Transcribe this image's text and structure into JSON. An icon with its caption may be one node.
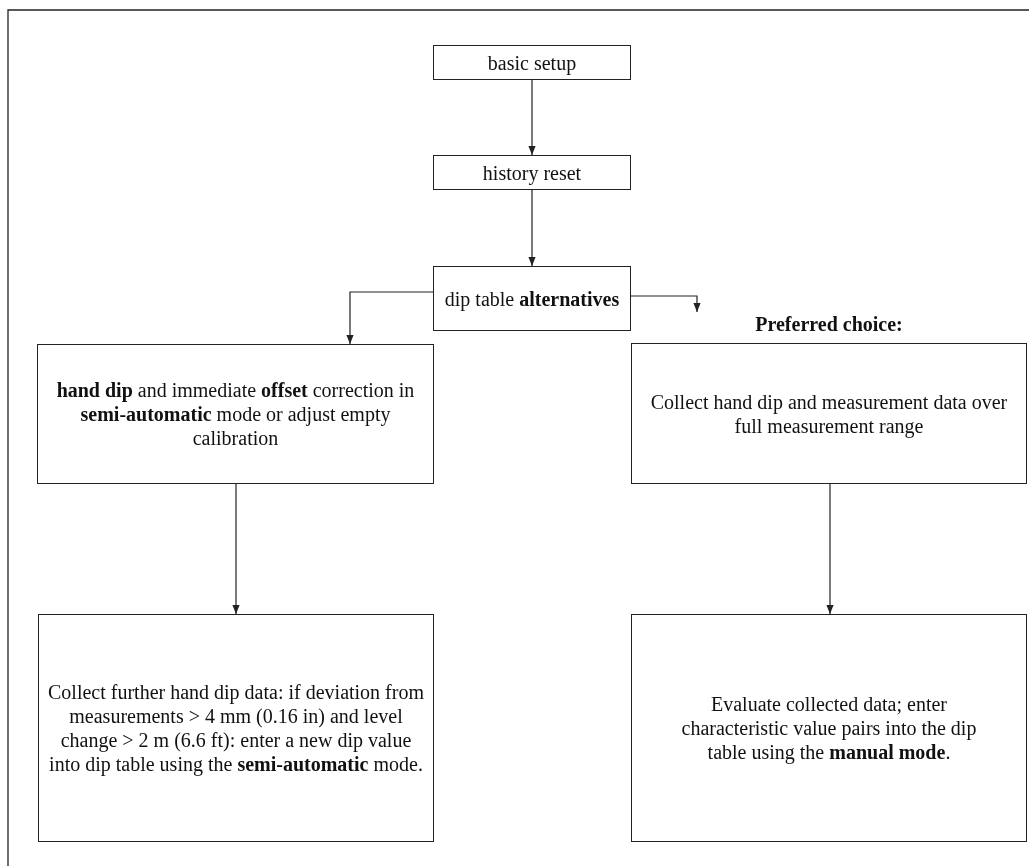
{
  "diagram": {
    "nodes": [
      {
        "text": [
          "basic setup"
        ]
      },
      {
        "text": [
          "history reset"
        ]
      },
      {
        "text": [
          "dip table **alternatives**"
        ]
      },
      {
        "text": [
          "**hand dip** and immediate **offset** correction in **semi-automatic** mode or adjust empty calibration"
        ]
      },
      {
        "text": [
          "Preferred choice:",
          "Collect hand dip and measurement data over full measurement range"
        ]
      },
      {
        "text": [
          "Collect further hand dip data: if deviation from measurements > 4 mm (0.16 in) and level change > 2 m (6.6 ft): enter a new dip value into dip table using the **semi-automatic** mode."
        ]
      },
      {
        "text": [
          "Evaluate collected data; enter characteristic value pairs into the dip table using the **manual mode**."
        ]
      }
    ],
    "edges": [
      {
        "from": 0,
        "to": 1,
        "arrow": "to"
      },
      {
        "from": 1,
        "to": 2,
        "arrow": "to"
      },
      {
        "from": 2,
        "to": 3,
        "arrow": "to"
      },
      {
        "from": 2,
        "to": 4,
        "arrow": "to"
      },
      {
        "from": 3,
        "to": 5,
        "arrow": "to"
      },
      {
        "from": 4,
        "to": 6,
        "arrow": "to"
      }
    ]
  }
}
